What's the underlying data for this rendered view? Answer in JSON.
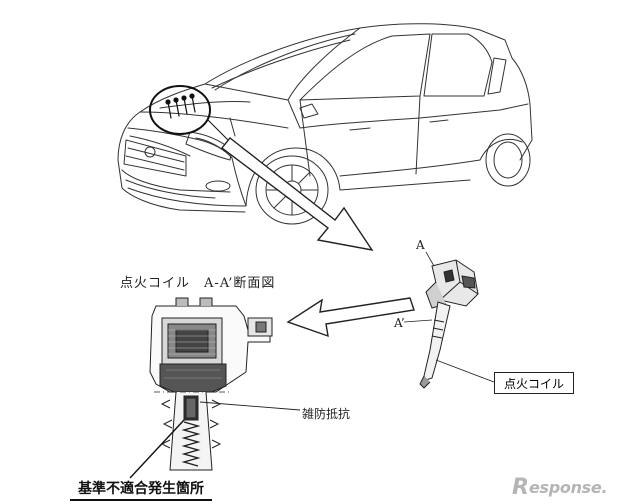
{
  "labels": {
    "section_title": "点火コイル　A-A’断面図",
    "marker_a": "A",
    "marker_a_prime": "A’",
    "ignition_coil": "点火コイル",
    "noise_resistor": "雑防抵抗",
    "defect_location": "基準不適合発生箇所"
  },
  "watermark": {
    "initial": "R",
    "rest": "esponse."
  },
  "colors": {
    "line": "#222222",
    "watermark": "#b5b5b5"
  }
}
